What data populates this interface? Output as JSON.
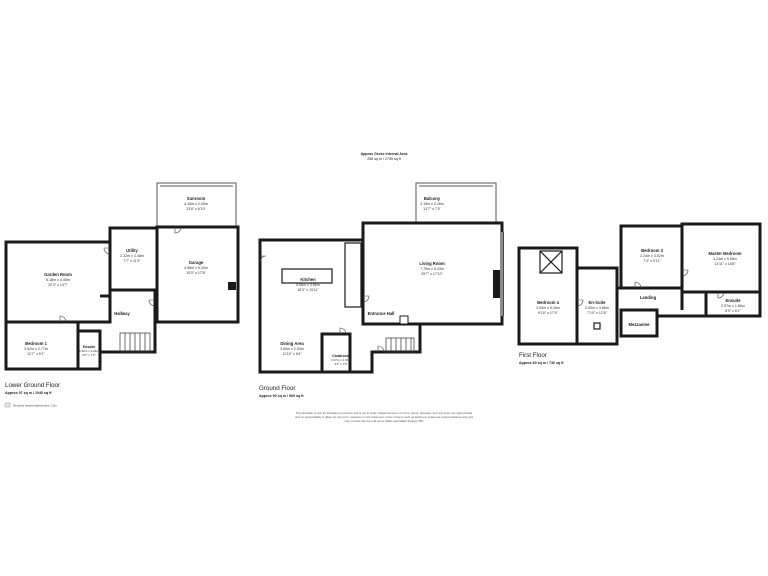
{
  "gross_area": {
    "title": "Approx Gross Internal Area",
    "value": "256 sq m / 2755 sq ft"
  },
  "floors": {
    "lower": {
      "name": "Lower Ground Floor",
      "area": "Approx 97 sq m / 1040 sq ft"
    },
    "ground": {
      "name": "Ground Floor",
      "area": "Approx 90 sq m / 969 sq ft"
    },
    "first": {
      "name": "First Floor",
      "area": "Approx 69 sq m / 746 sq ft"
    }
  },
  "rooms": {
    "sunroom": {
      "name": "Sunroom",
      "dims": "4.15m x 2.05m",
      "imperial": "13'8\" x 6'10\""
    },
    "utility": {
      "name": "Utility",
      "dims": "2.32m x 3.48m",
      "imperial": "7'7\" x 11'5\""
    },
    "garage": {
      "name": "Garage",
      "dims": "4.56m x 5.33m",
      "imperial": "15'0\" x 17'6\""
    },
    "garden_room": {
      "name": "Garden Room",
      "dims": "6.18m x 4.45m",
      "imperial": "20'3\" x 14'7\""
    },
    "hallway": {
      "name": "Hallway"
    },
    "bedroom1": {
      "name": "Bedroom 1",
      "dims": "3.52m x 2.77m",
      "imperial": "11'7\" x 9'1\""
    },
    "ensuite1": {
      "name": "Ensuite",
      "dims": "1.52m x 2.24m",
      "imperial": "5'0\" x 7'4\""
    },
    "kitchen": {
      "name": "Kitchen",
      "dims": "5.56m x 4.85m",
      "imperial": "18'3\" x 15'11\""
    },
    "dining": {
      "name": "Dining Area",
      "dims": "3.60m x 2.53m",
      "imperial": "11'10\" x 8'4\""
    },
    "cloakroom": {
      "name": "Cloakroom",
      "dims": "0.97m x 2.36m",
      "imperial": "3'2\" x 7'9\""
    },
    "living": {
      "name": "Living Room",
      "dims": "7.79m x 5.43m",
      "imperial": "25'7\" x 17'10\""
    },
    "balcony": {
      "name": "Balcony",
      "dims": "4.15m x 2.26m",
      "imperial": "13'7\" x 7'5\""
    },
    "entrance": {
      "name": "Entrance Hall"
    },
    "bedroom4": {
      "name": "Bedroom 4",
      "dims": "3.00m x 5.28m",
      "imperial": "9'10\" x 17'4\""
    },
    "ensuite_big": {
      "name": "En-Suite",
      "dims": "2.40m x 3.86m",
      "imperial": "7'10\" x 12'8\""
    },
    "bedroom3": {
      "name": "Bedroom 3",
      "dims": "2.24m x 3.02m",
      "imperial": "7'4\" x 9'11\""
    },
    "master": {
      "name": "Master Bedroom",
      "dims": "4.24m x 5.08m",
      "imperial": "13'11\" x 16'8\""
    },
    "landing": {
      "name": "Landing"
    },
    "ensuite_master": {
      "name": "Ensuite",
      "dims": "2.07m x 1.86m",
      "imperial": "6'9\" x 6'1\""
    },
    "mezzanine": {
      "name": "Mezzanine"
    }
  },
  "legend": {
    "label": "Denotes head height below 1.5m"
  },
  "disclaimer": [
    "This floorplan is only for illustrative purposes and is not to scale. Measurements of rooms, doors, windows, and any items are approximate",
    "and no responsibility is taken for any error, omission or mis-statement. Icons of items such as bathroom suites are representations only and",
    "may not look like the real items. Made with Made Snappy 360."
  ],
  "colors": {
    "wall": "#1a1a1a",
    "legend_fill": "#e6e6e6"
  }
}
